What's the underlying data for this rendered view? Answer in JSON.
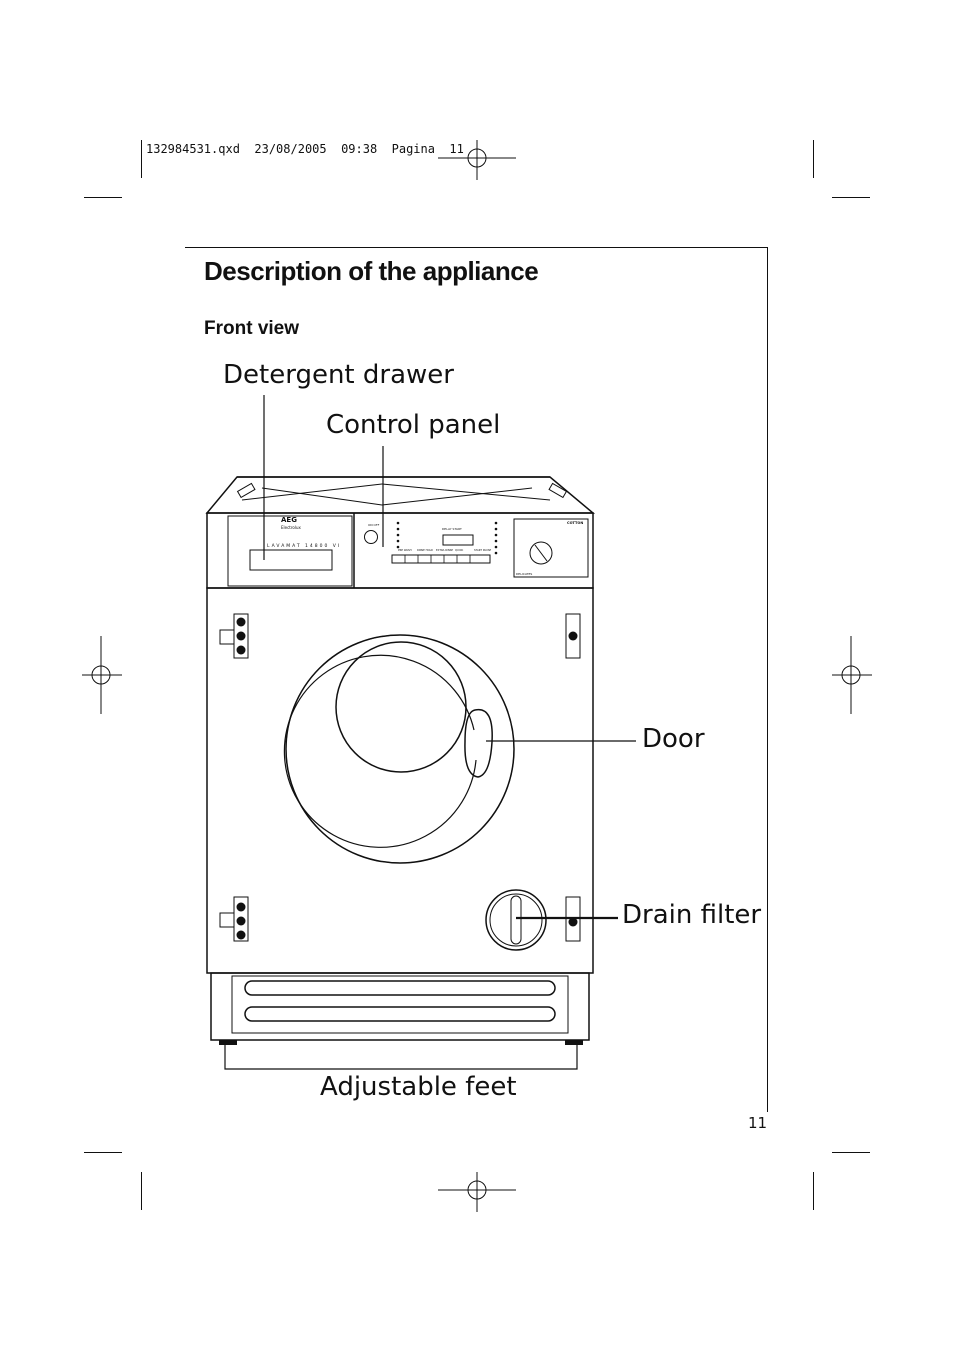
{
  "print_header": "132984531.qxd  23/08/2005  09:38  Pagina  11",
  "title": "Description of the appliance",
  "subtitle": "Front view",
  "labels": {
    "detergent_drawer": "Detergent drawer",
    "control_panel": "Control panel",
    "door": "Door",
    "drain_filter": "Drain filter",
    "adjustable_feet": "Adjustable feet"
  },
  "control_panel_text": {
    "brand": "AEG",
    "sub_brand": "Electrolux",
    "model": "LAVAMAT 14800 VI",
    "on_off": "ON OFF",
    "delay_start": "DELAY START",
    "options": [
      "PRE WASH",
      "RINSE HOLD",
      "EXTRA RINSE",
      "QUICK",
      "START PAUSE"
    ],
    "dial_title": "COTTON",
    "dial_lower": "DELICATES"
  },
  "page_number": "11"
}
